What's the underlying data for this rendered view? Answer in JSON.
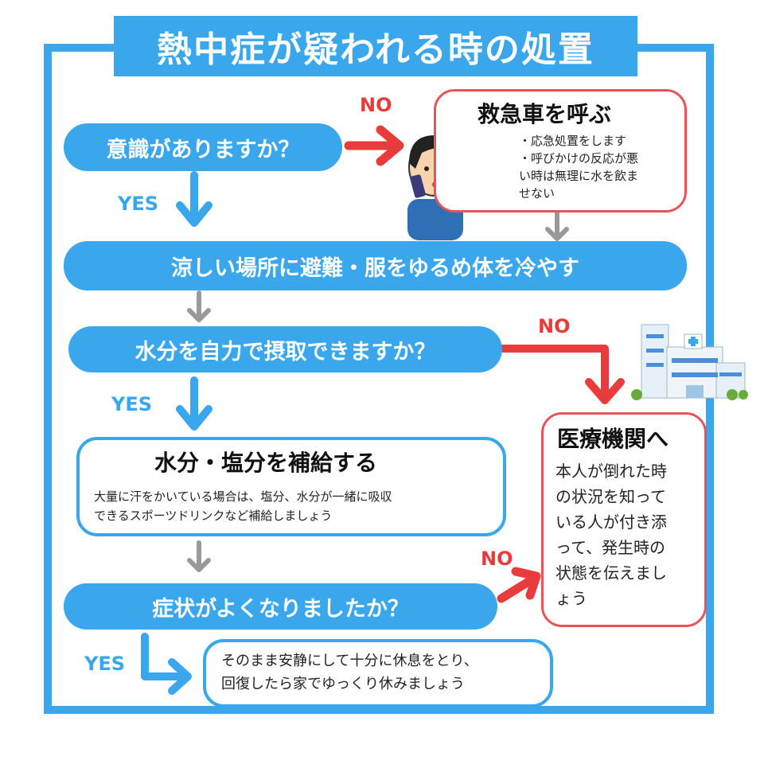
{
  "title": "熱中症が疑われる時の処置",
  "q1": "意識がありますか？",
  "q1_yes": "YES",
  "q1_no": "NO",
  "ambulance": {
    "heading": "救急車を呼ぶ",
    "line1": "・応急処置をします",
    "line2": "・呼びかけの反応が悪",
    "line3": "い時は無理に水を飲ま",
    "line4": "せない"
  },
  "step_cool": "涼しい場所に避難・服をゆるめ体を冷やす",
  "q2": "水分を自力で摂取できますか？",
  "q2_yes": "YES",
  "q2_no": "NO",
  "hydrate": {
    "heading": "水分・塩分を補給する",
    "line1": "大量に汗をかいている場合は、塩分、水分が一緒に吸収",
    "line2": "できるスポーツドリンクなど補給しましょう"
  },
  "hospital": {
    "heading": "医療機関へ",
    "line1": "本人が倒れた時",
    "line2": "の状況を知って",
    "line3": "いる人が付き添",
    "line4": "って、発生時の",
    "line5": "状態を伝えまし",
    "line6": "ょう"
  },
  "q3": "症状がよくなりましたか？",
  "q3_yes": "YES",
  "q3_no": "NO",
  "rest": {
    "line1": "そのまま安静にして十分に休息をとり、",
    "line2": "回復したら家でゆっくり休みましょう"
  },
  "colors": {
    "blue": "#3aa6ec",
    "red": "#e83b3b",
    "gray": "#999999"
  },
  "icons": [
    "ambulance-icon",
    "person-phone-icon",
    "hospital-icon"
  ]
}
